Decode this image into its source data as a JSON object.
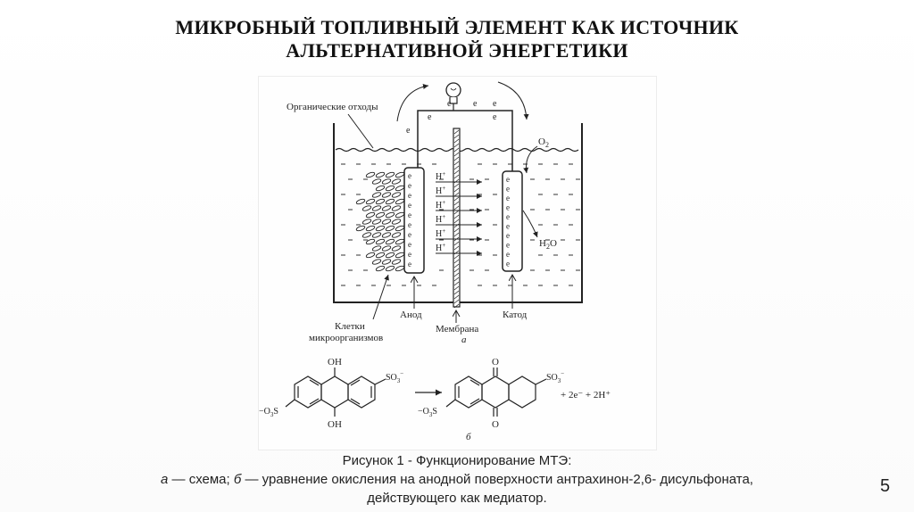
{
  "slide": {
    "title_line1": "МИКРОБНЫЙ ТОПЛИВНЫЙ ЭЛЕМЕНТ КАК ИСТОЧНИК",
    "title_line2": "АЛЬТЕРНАТИВНОЙ ЭНЕРГЕТИКИ",
    "page_number": "5"
  },
  "diagram_a": {
    "label_organic_waste": "Органические отходы",
    "label_cells_line1": "Клетки",
    "label_cells_line2": "микроорганизмов",
    "label_anode": "Анод",
    "label_membrane": "Мембрана",
    "label_cathode": "Катод",
    "label_o2": "O",
    "label_o2_sub": "2",
    "label_h2o_a": "H",
    "label_h2o_sub": "2",
    "label_h2o_b": "O",
    "electron": "e",
    "proton": "H",
    "proton_sup": "+",
    "part_label": "а"
  },
  "diagram_b": {
    "oh": "OH",
    "o": "O",
    "so3": "SO",
    "so3_sub": "3",
    "so3_sup": "−",
    "o3s_prefix": "−O",
    "o3s_sub": "3",
    "o3s_suffix": "S",
    "products": "+ 2e⁻ + 2H⁺",
    "part_label": "б"
  },
  "caption": {
    "line1": "Рисунок 1 - Функционирование МТЭ:",
    "line2_a": "а",
    "line2_rest": " — схема; ",
    "line2_b": "б",
    "line2_tail": " — уравнение окисления на анодной поверхности антрахинон-2,6- дисульфоната,",
    "line3": "действующего как медиатор."
  }
}
